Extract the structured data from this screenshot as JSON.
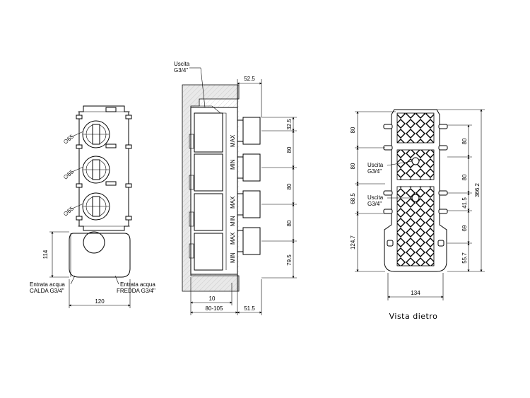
{
  "front_view": {
    "dia_labels": [
      "∅65",
      "∅65",
      "∅65"
    ],
    "dim_height": "114",
    "dim_width": "120",
    "inlet_hot": [
      "Entrata acqua",
      "CALDA  G3/4\""
    ],
    "inlet_cold": [
      "Entrata acqua",
      "FREDDA  G3/4\""
    ]
  },
  "side_view": {
    "outlet": [
      "Uscita",
      "G3/4\""
    ],
    "dim_top": "52.5",
    "dim_right": [
      "32.5",
      "80",
      "80",
      "80",
      "79.5"
    ],
    "dim_bottom": [
      "10",
      "80-105",
      "51.5"
    ],
    "max_labels": [
      "MAX",
      "MAX",
      "MAX"
    ],
    "min_labels": [
      "MIN",
      "MIN",
      "MIN"
    ]
  },
  "back_view": {
    "outlet_1": [
      "Uscita",
      "G3/4\""
    ],
    "outlet_2": [
      "Uscita",
      "G3/4\""
    ],
    "dim_left": [
      "80",
      "80",
      "68.5",
      "124.7"
    ],
    "dim_right_inner": [
      "80",
      "80",
      "41.5",
      "69",
      "55.7"
    ],
    "dim_total": "366.2",
    "dim_width": "134",
    "caption": "Vista dietro"
  }
}
